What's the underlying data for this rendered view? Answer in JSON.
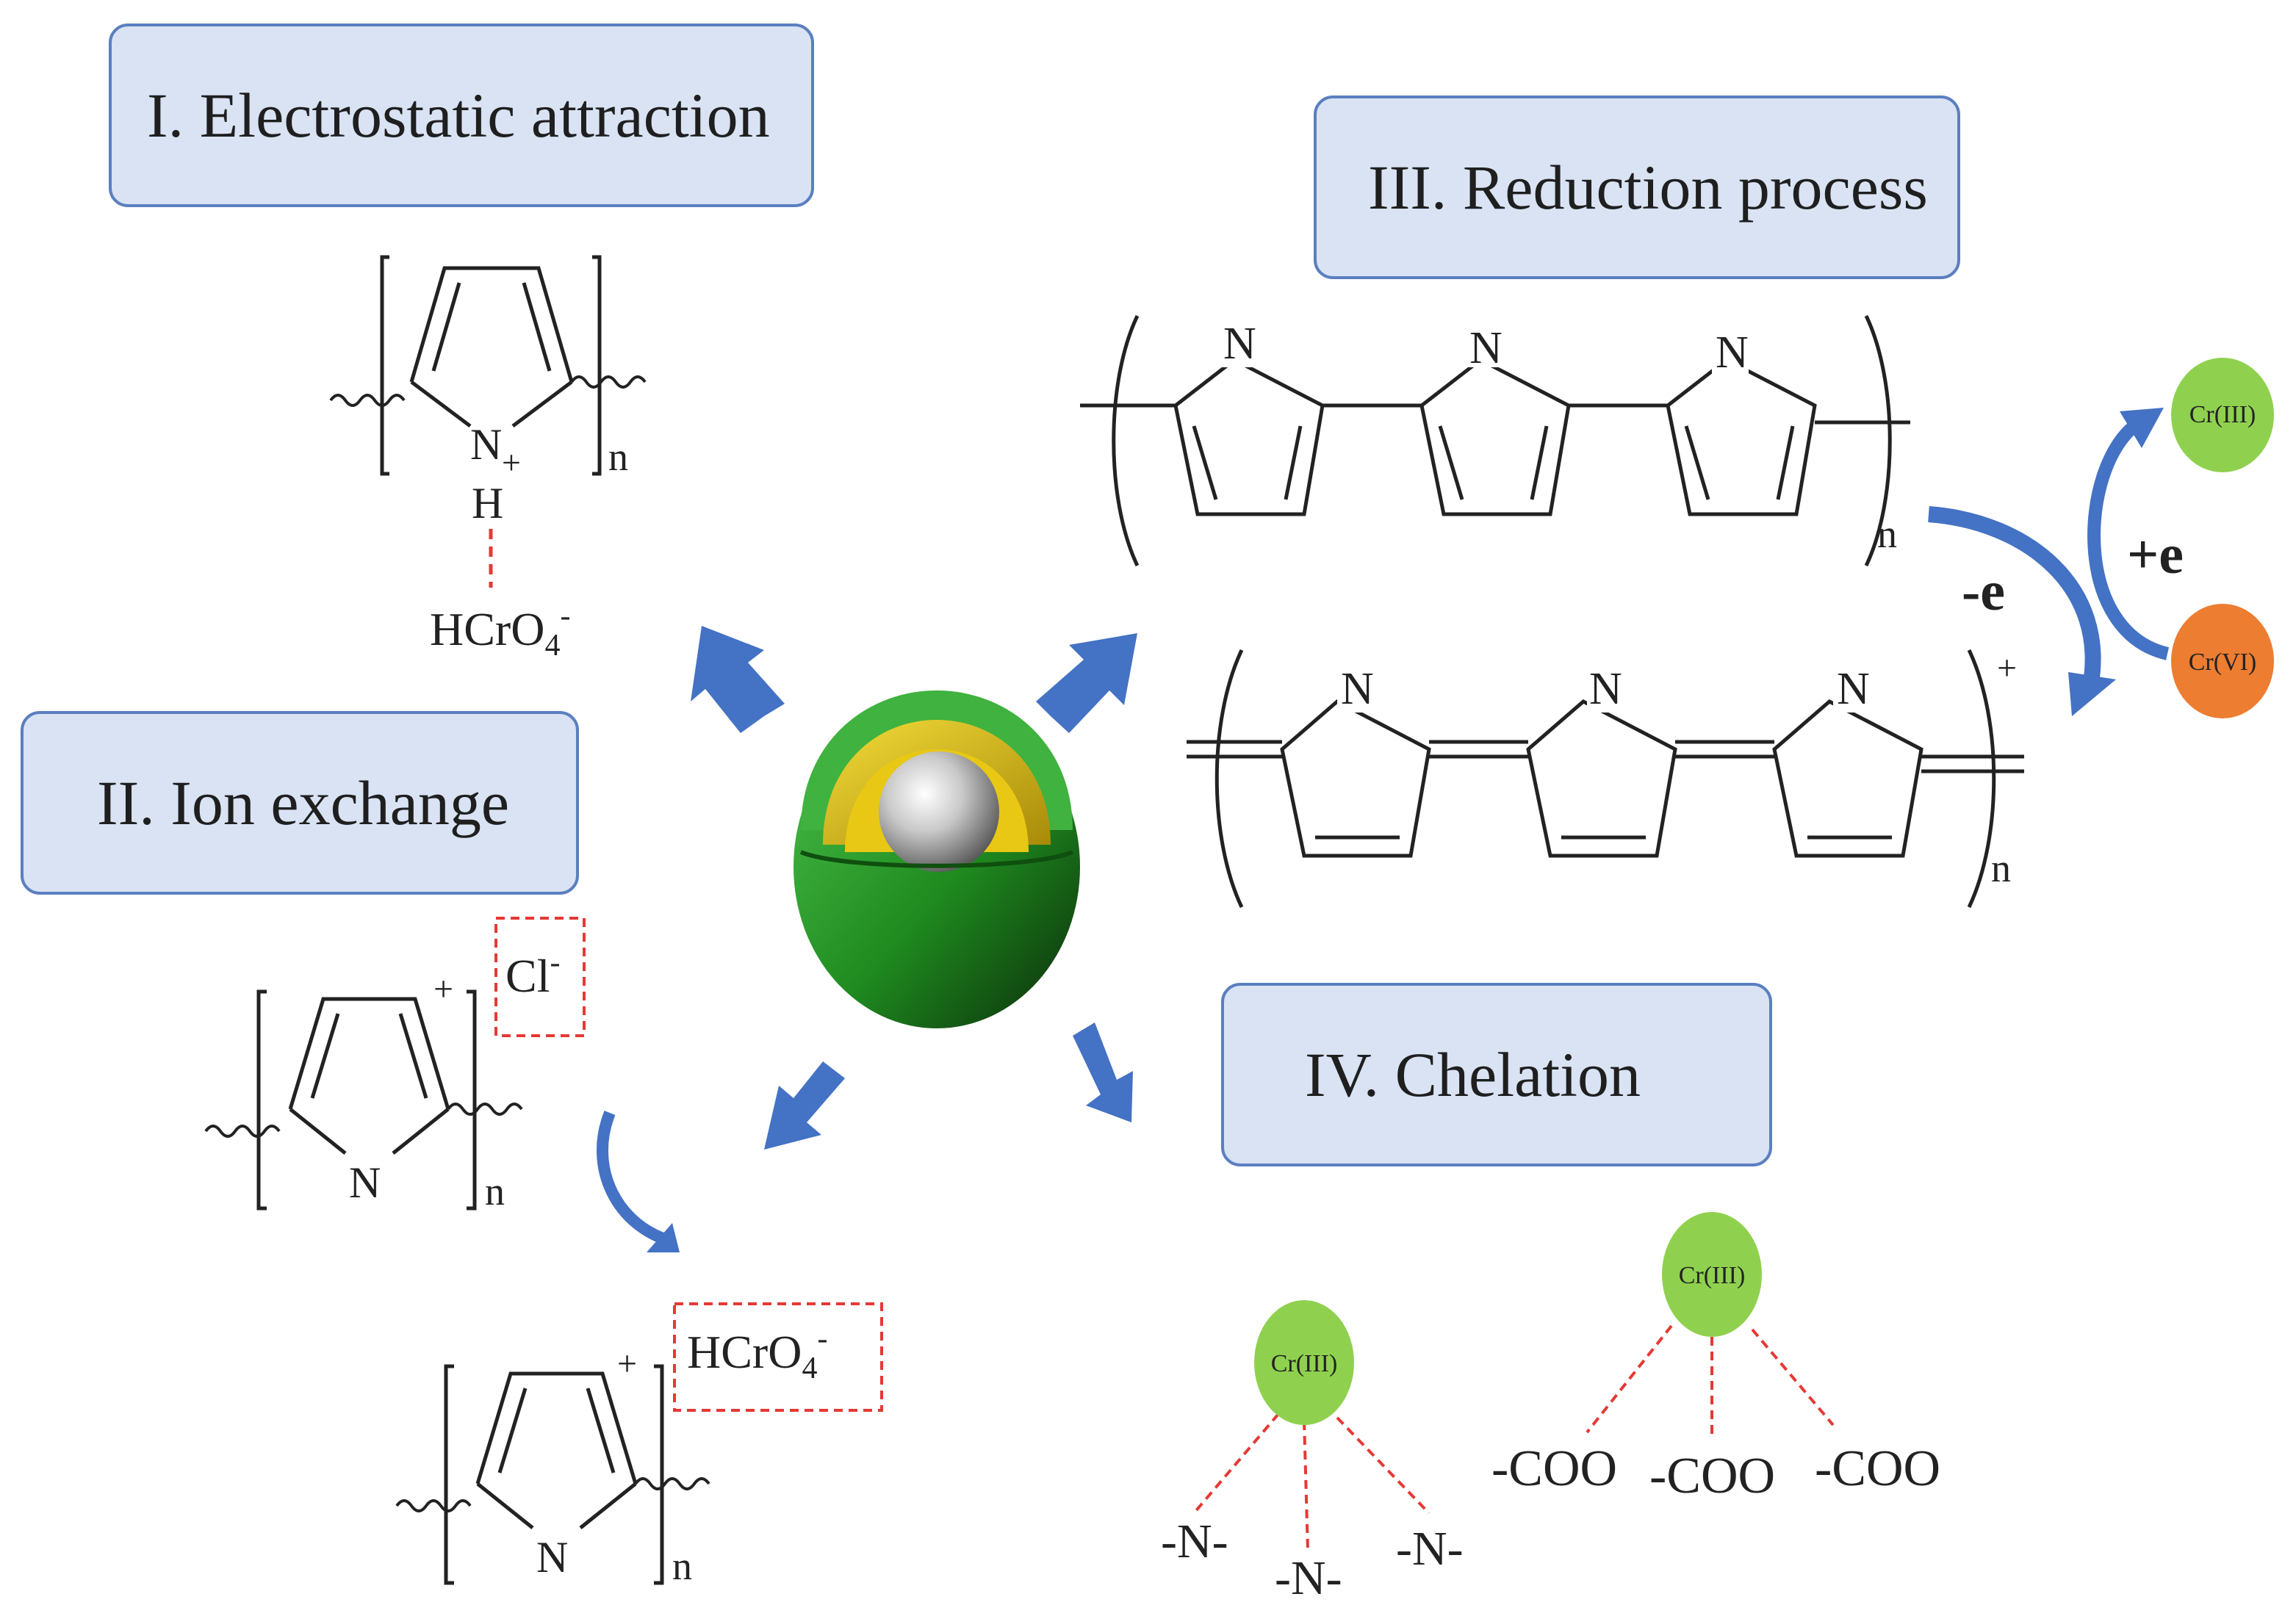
{
  "titles": {
    "electrostatic": "I. Electrostatic attraction",
    "ion_exchange": "II. Ion exchange",
    "reduction": "III. Reduction process",
    "chelation": "IV. Chelation"
  },
  "chem": {
    "N": "N",
    "H": "H",
    "plus": "+",
    "minus": "-",
    "n": "n",
    "hcro4_main": "HCrO",
    "hcro4_sub": "4",
    "cl": "Cl",
    "e_minus": "-e",
    "e_plus": "+e",
    "cr3": "Cr(III)",
    "cr6": "Cr(VI)",
    "n_ligand": "-N-",
    "coo": "-COO"
  },
  "colors": {
    "title_fill": "#d9e3f3",
    "title_border": "#5b7fc0",
    "arrow": "#4472c4",
    "cr3": "#8fd14f",
    "cr6": "#ed7d31",
    "dash": "#e53935",
    "shell_outer": "#2e9b2e",
    "shell_inner": "#e6c619",
    "core": "#bfbfbf"
  }
}
